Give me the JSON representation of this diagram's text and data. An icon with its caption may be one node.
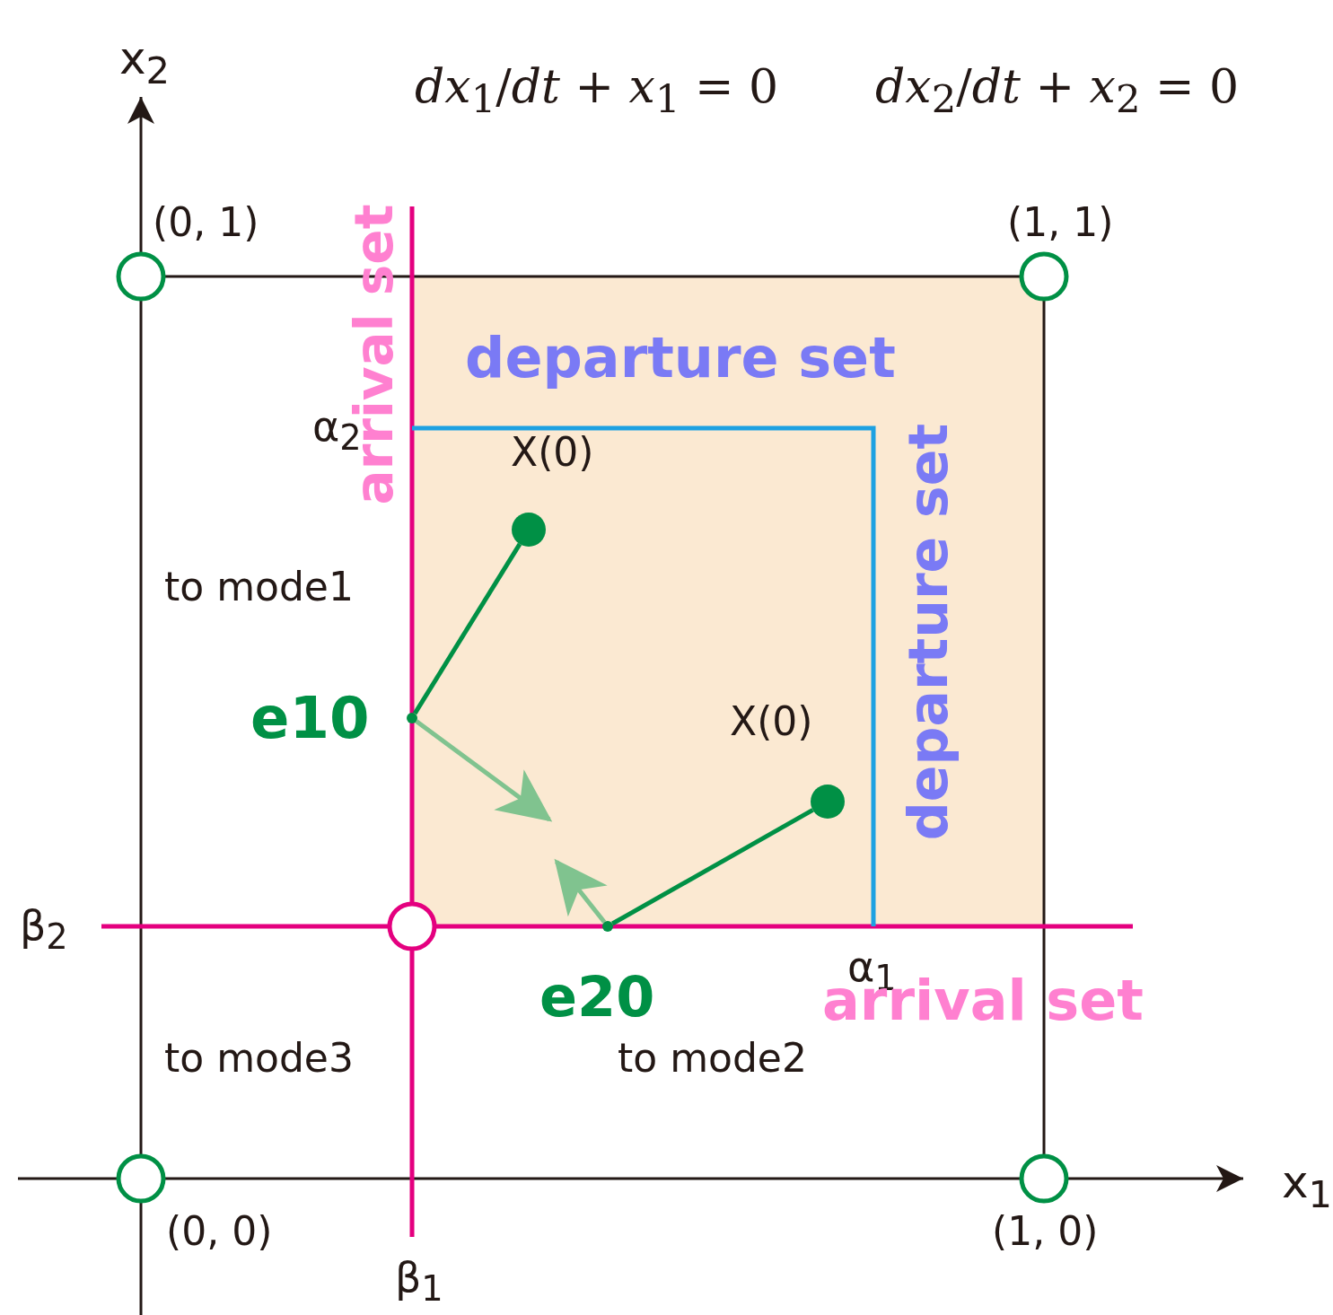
{
  "diagram": {
    "nodes": [
      {
        "text": [],
        "shape": "dot",
        "beside": [
          "X(0)"
        ]
      },
      {
        "text": [],
        "shape": "point",
        "beside": [
          "e10"
        ]
      },
      {
        "text": [],
        "shape": "dot",
        "beside": [
          "X(0)"
        ]
      },
      {
        "text": [],
        "shape": "point",
        "beside": [
          "e20"
        ]
      }
    ],
    "edges": [
      {
        "from": 0,
        "to": 1,
        "arrow": "none"
      },
      {
        "from": 1,
        "to": null,
        "arrow": "to",
        "color": "#80c38f"
      },
      {
        "from": 2,
        "to": 3,
        "arrow": "none"
      },
      {
        "from": 3,
        "to": null,
        "arrow": "to",
        "color": "#80c38f"
      }
    ],
    "labels": [
      "x$_{2}$",
      "*dx*$_{1}$/*dt* + *x*$_{1}$ = 0",
      "*dx*$_{2}$/*dt* + *x*$_{2}$ = 0",
      "(0, 1)",
      "arrival set",
      "(1, 1)",
      "departure set",
      "α$_{2}$",
      "to mode1",
      "departure set",
      "β$_{2}$",
      "α$_{1}$",
      "arrival set",
      "to mode3",
      "to mode2",
      "x$_{1}$",
      "(0, 0)",
      "(1, 0)",
      "β$_{1}$"
    ]
  }
}
